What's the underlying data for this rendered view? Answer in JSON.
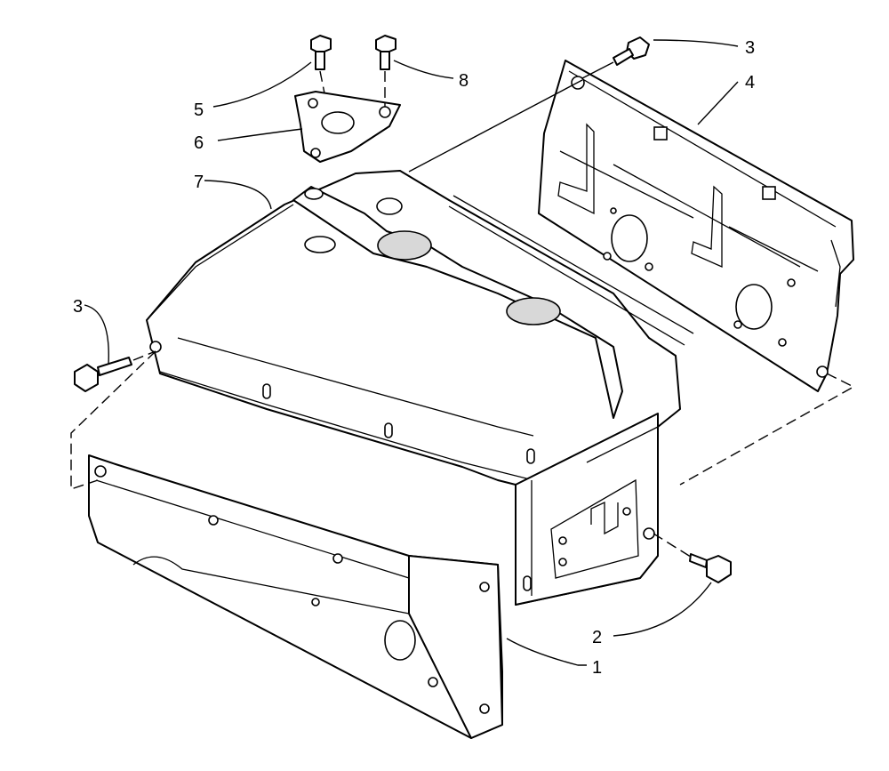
{
  "diagram": {
    "callouts": [
      {
        "id": "c1",
        "label": "1"
      },
      {
        "id": "c2",
        "label": "2"
      },
      {
        "id": "c3a",
        "label": "3"
      },
      {
        "id": "c3b",
        "label": "3"
      },
      {
        "id": "c4",
        "label": "4"
      },
      {
        "id": "c5",
        "label": "5"
      },
      {
        "id": "c6",
        "label": "6"
      },
      {
        "id": "c7",
        "label": "7"
      },
      {
        "id": "c8",
        "label": "8"
      }
    ]
  }
}
